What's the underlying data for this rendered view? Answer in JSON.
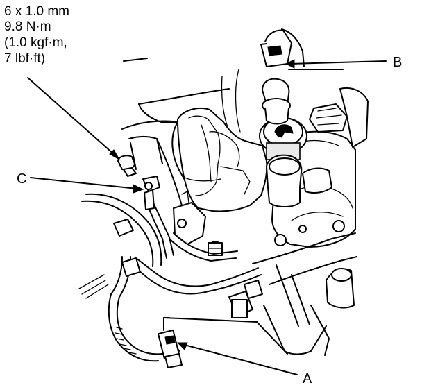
{
  "torque_spec": {
    "lines": [
      "6 x 1.0 mm",
      "9.8 N·m",
      "(1.0 kgf·m,",
      "7 lbf·ft)"
    ]
  },
  "callouts": {
    "a": "A",
    "b": "B",
    "c": "C"
  },
  "colors": {
    "ink": "#000000",
    "paper": "#ffffff"
  },
  "icons": [
    "bolt-icon",
    "connector-icon",
    "harness-clamp-icon"
  ]
}
